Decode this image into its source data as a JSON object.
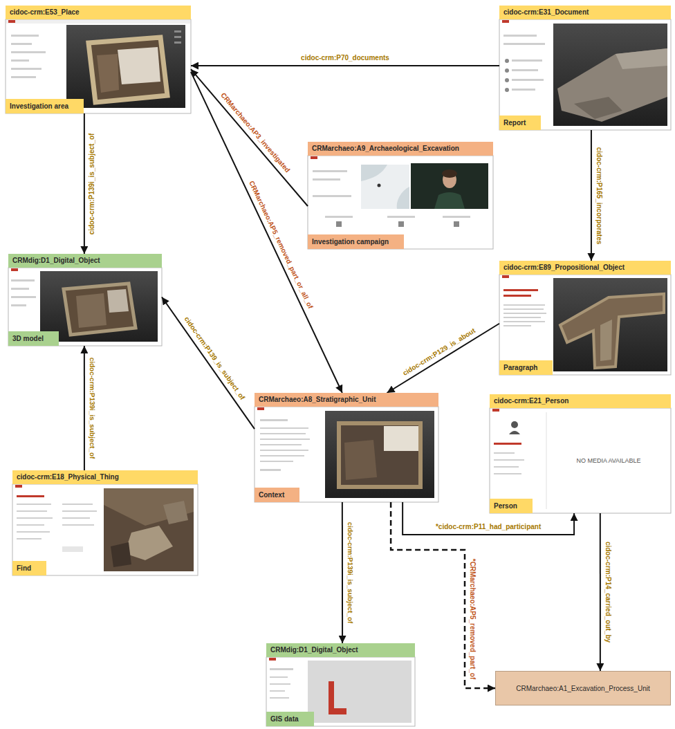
{
  "diagram": {
    "nodes": [
      {
        "text": [
          "cidoc-crm:E53_Place",
          "Investigation area"
        ]
      },
      {
        "text": [
          "cidoc-crm:E31_Document",
          "Report"
        ]
      },
      {
        "text": [
          "CRMarchaeo:A9_Archaeological_Excavation",
          "Investigation campaign"
        ]
      },
      {
        "text": [
          "CRMdig:D1_Digital_Object",
          "3D model"
        ]
      },
      {
        "text": [
          "cidoc-crm:E89_Propositional_Object",
          "Paragraph"
        ]
      },
      {
        "text": [
          "CRMarchaeo:A8_Stratigraphic_Unit",
          "Context"
        ]
      },
      {
        "text": [
          "cidoc-crm:E21_Person",
          "Person"
        ]
      },
      {
        "text": [
          "cidoc-crm:E18_Physical_Thing",
          "Find"
        ]
      },
      {
        "text": [
          "CRMdig:D1_Digital_Object",
          "GIS data"
        ]
      },
      {
        "text": [
          "CRMarchaeo:A1_Excavation_Process_Unit"
        ]
      }
    ],
    "edges": [
      {
        "from": 1,
        "to": 0,
        "label": "cidoc-crm:P70_documents",
        "arrow": "to"
      },
      {
        "from": 2,
        "to": 0,
        "label": "CRMarchaeo:AP3_investigated",
        "arrow": "to"
      },
      {
        "from": 0,
        "to": 5,
        "label": "CRMarchaeo:AP5_removed_part_or_all_of",
        "arrow": "to"
      },
      {
        "from": 0,
        "to": 3,
        "label": "cidoc-crm:P139i_is_subject_of",
        "arrow": "to"
      },
      {
        "from": 1,
        "to": 4,
        "label": "cidoc-crm:P165_incorporates",
        "arrow": "to"
      },
      {
        "from": 4,
        "to": 5,
        "label": "cidoc-crm:P129_is_about",
        "arrow": "to"
      },
      {
        "from": 5,
        "to": 3,
        "label": "cidoc-crm:P139_is_subject_of",
        "arrow": "to"
      },
      {
        "from": 7,
        "to": 3,
        "label": "cidoc-crm:P139i_is_subject_of",
        "arrow": "to"
      },
      {
        "from": 5,
        "to": 8,
        "label": "cidoc-crm:P139i_is_subject_of",
        "arrow": "to"
      },
      {
        "from": 5,
        "to": 6,
        "label": "*cidoc-crm:P11_had_participant",
        "arrow": "to"
      },
      {
        "from": 5,
        "to": 9,
        "label": "*CRMarchaeo:AP5_removed_part_of",
        "arrow": "to"
      },
      {
        "from": 6,
        "to": 9,
        "label": "cidoc-crm:P14_carried_out_by",
        "arrow": "to"
      }
    ],
    "labels": [
      "NO MEDIA AVAILABLE"
    ]
  }
}
